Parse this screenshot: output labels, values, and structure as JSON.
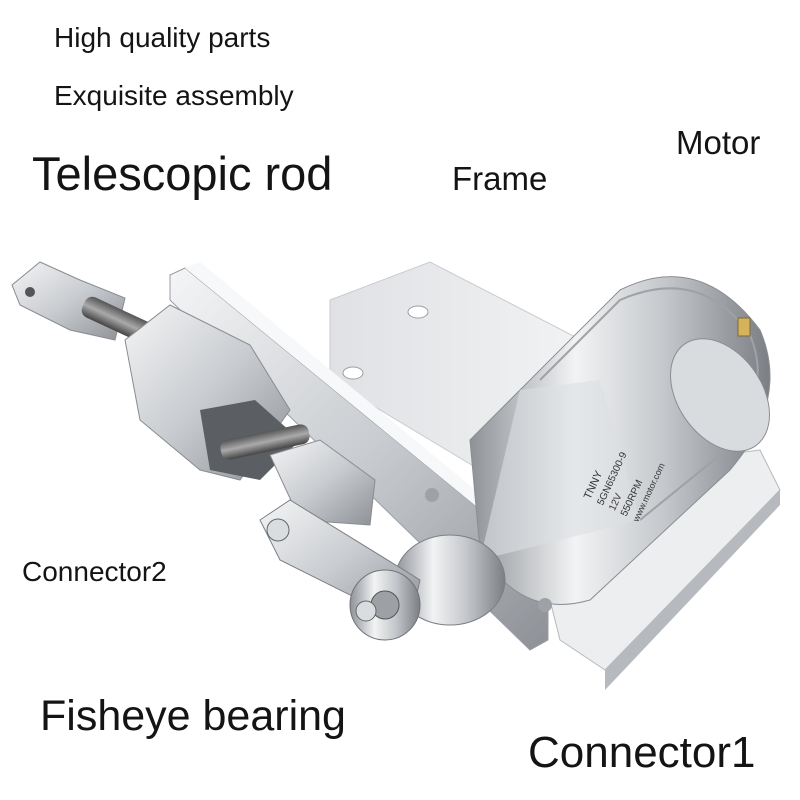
{
  "labels": {
    "high_quality": "High quality parts",
    "exquisite": "Exquisite assembly",
    "telescopic_rod": "Telescopic rod",
    "frame": "Frame",
    "motor": "Motor",
    "connector2": "Connector2",
    "fisheye_bearing": "Fisheye bearing",
    "connector1": "Connector1"
  },
  "motor_label": {
    "brand": "TNNY",
    "line1": "5GN65300-9",
    "line2": "12V",
    "line3": "550RPM",
    "line4": "www.motor.com"
  },
  "colors": {
    "background": "#ffffff",
    "metal_light": "#e6e8ea",
    "metal_mid": "#b9bcc0",
    "metal_dark": "#6f7377",
    "text": "#141414"
  }
}
